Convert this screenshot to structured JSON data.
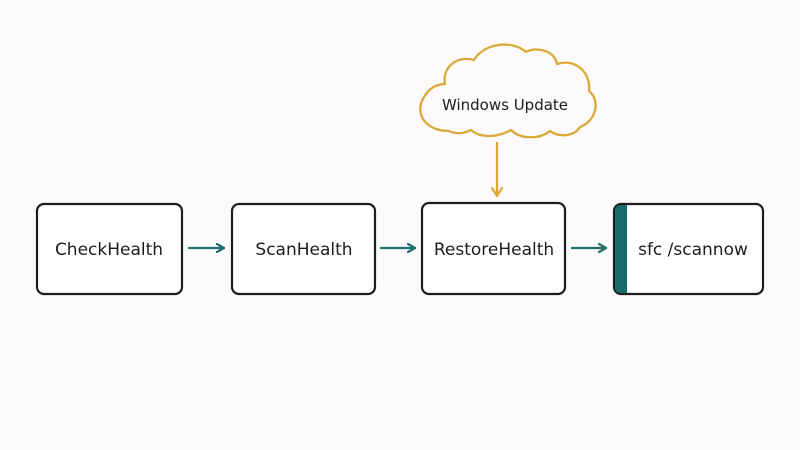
{
  "diagram": {
    "nodes": [
      {
        "id": "check",
        "label": "CheckHealth"
      },
      {
        "id": "scan",
        "label": "ScanHealth"
      },
      {
        "id": "restore",
        "label": "RestoreHealth"
      },
      {
        "id": "sfc",
        "label": "sfc /scannow",
        "highlighted": true
      }
    ],
    "source": {
      "label": "Windows Update",
      "shape": "cloud"
    },
    "colors": {
      "arrow": "#1f6f6f",
      "cloud": "#d9a93a",
      "box_stroke": "#1d1d1d",
      "highlight_bar": "#176b68",
      "background": "#fcfafa"
    }
  }
}
